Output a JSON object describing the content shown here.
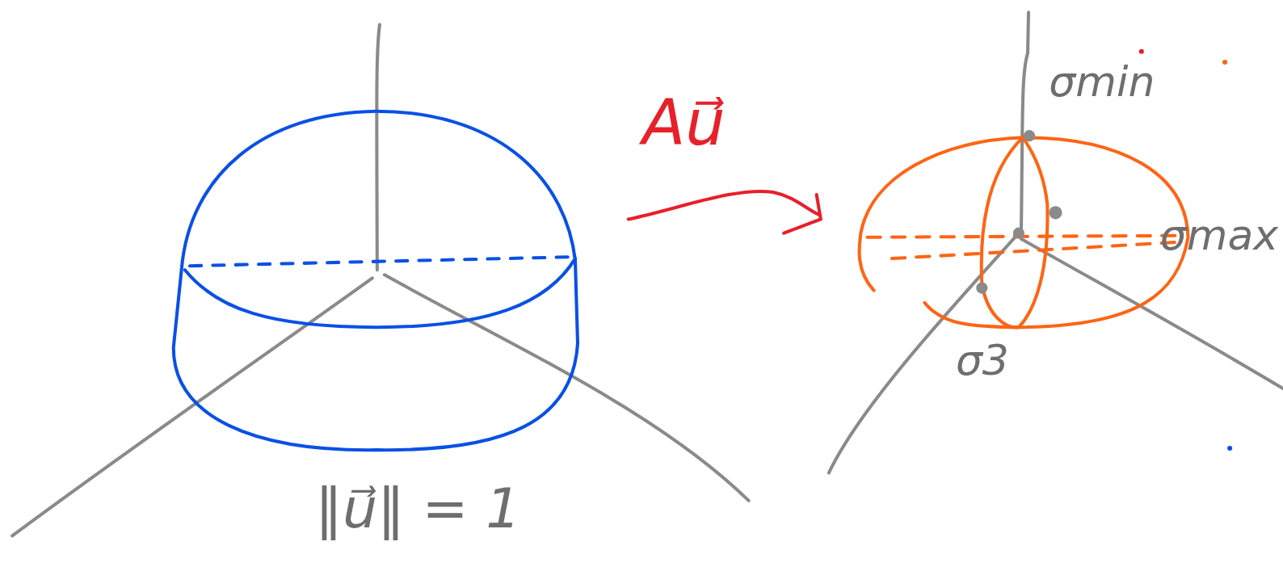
{
  "diagram": {
    "labels": [
      "Au⃗",
      "‖u⃗‖ = 1",
      "σmin",
      "σmax",
      "σ3"
    ]
  }
}
